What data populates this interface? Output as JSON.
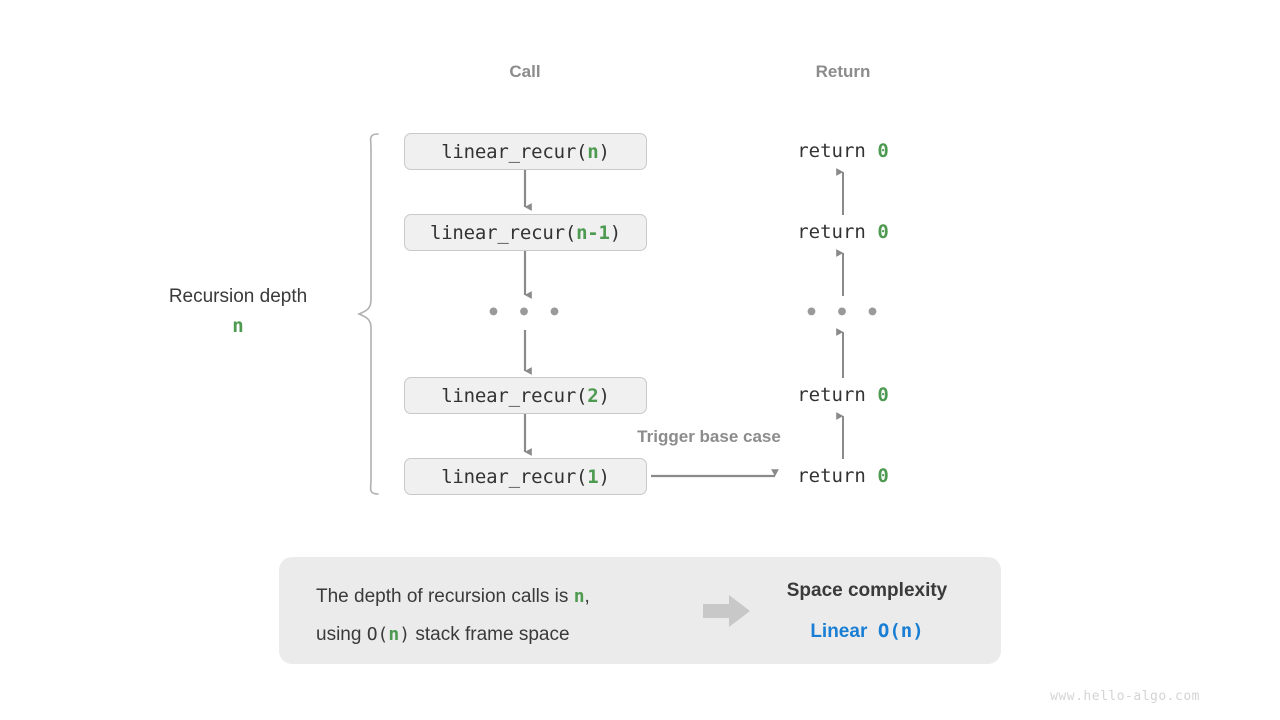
{
  "columns": {
    "call_header": "Call",
    "return_header": "Return"
  },
  "depth_label": {
    "text": "Recursion depth",
    "value": "n"
  },
  "call_stack": [
    {
      "prefix": "linear_recur(",
      "arg": "n",
      "suffix": ")"
    },
    {
      "prefix": "linear_recur(",
      "arg": "n-1",
      "suffix": ")"
    },
    {
      "ellipsis": "• • •"
    },
    {
      "prefix": "linear_recur(",
      "arg": "2",
      "suffix": ")"
    },
    {
      "prefix": "linear_recur(",
      "arg": "1",
      "suffix": ")"
    }
  ],
  "returns": [
    {
      "text": "return ",
      "value": "0"
    },
    {
      "text": "return ",
      "value": "0"
    },
    {
      "ellipsis": "• • •"
    },
    {
      "text": "return ",
      "value": "0"
    },
    {
      "text": "return ",
      "value": "0"
    }
  ],
  "trigger_label": "Trigger base case",
  "summary": {
    "line1_a": "The depth of recursion calls is ",
    "line1_var": "n",
    "line1_b": ",",
    "line2_a": "using ",
    "line2_o": "O(",
    "line2_var": "n",
    "line2_close": ")",
    "line2_b": " stack frame space",
    "result_title": "Space complexity",
    "result_kind": "Linear",
    "result_notation": "O(n)"
  },
  "watermark": "www.hello-algo.com",
  "colors": {
    "green": "#4e9a51",
    "blue": "#1a7fd4",
    "gray_text": "#8c8c8c",
    "box_fill": "#f0f0f0",
    "box_border": "#c9c9c9",
    "panel_fill": "#ebebeb",
    "arrow": "#8a8a8a",
    "block_arrow": "#c8c8c8"
  }
}
